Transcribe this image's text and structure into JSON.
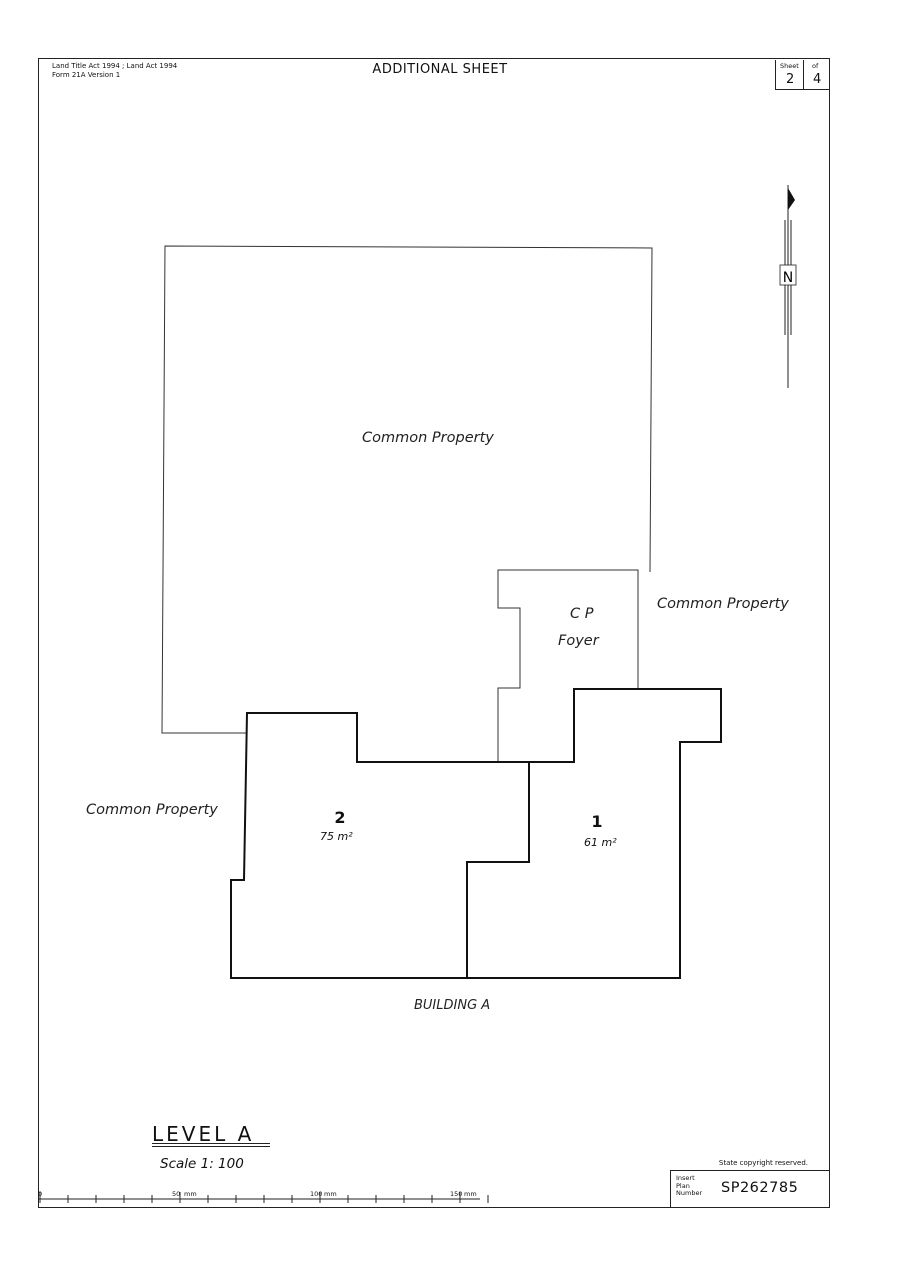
{
  "header": {
    "act_line1": "Land Title Act 1994 ; Land Act 1994",
    "act_line2": "Form 21A Version 1",
    "title": "ADDITIONAL SHEET",
    "sheet_label": "Sheet",
    "of_label": "of",
    "sheet_number": "2",
    "sheet_total": "4"
  },
  "north_arrow": {
    "letter": "N"
  },
  "plan": {
    "common_property_main": "Common Property",
    "cp_label": "C P",
    "foyer_label": "Foyer",
    "common_property_right": "Common Property",
    "common_property_left": "Common Property",
    "building_label": "BUILDING A",
    "lots": [
      {
        "number": "2",
        "area": "75 m²"
      },
      {
        "number": "1",
        "area": "61 m²"
      }
    ]
  },
  "footer": {
    "level_title": "LEVEL A",
    "scale": "Scale 1: 100",
    "copyright": "State copyright reserved.",
    "plan_box_line1": "Insert",
    "plan_box_line2": "Plan",
    "plan_box_line3": "Number",
    "plan_number": "SP262785",
    "ruler": {
      "zero": "0",
      "mark_50": "50",
      "mark_100": "100",
      "mark_150": "150",
      "unit": "mm"
    }
  }
}
